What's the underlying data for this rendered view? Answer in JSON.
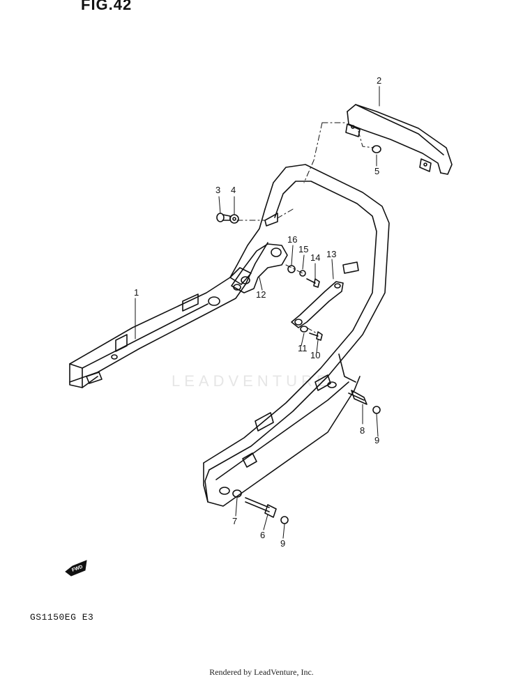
{
  "figure_title": "FIG.42",
  "model_code": "GS1150EG  E3",
  "footer_text": "Rendered by LeadVenture, Inc.",
  "watermark_text": "LEADVENTURE",
  "fwd_label": "FWD",
  "callouts": {
    "c1": "1",
    "c2": "2",
    "c3": "3",
    "c4": "4",
    "c5": "5",
    "c6": "6",
    "c7": "7",
    "c8": "8",
    "c9a": "9",
    "c9b": "9",
    "c10": "10",
    "c11": "11",
    "c12": "12",
    "c13": "13",
    "c14": "14",
    "c15": "15",
    "c16": "16"
  }
}
